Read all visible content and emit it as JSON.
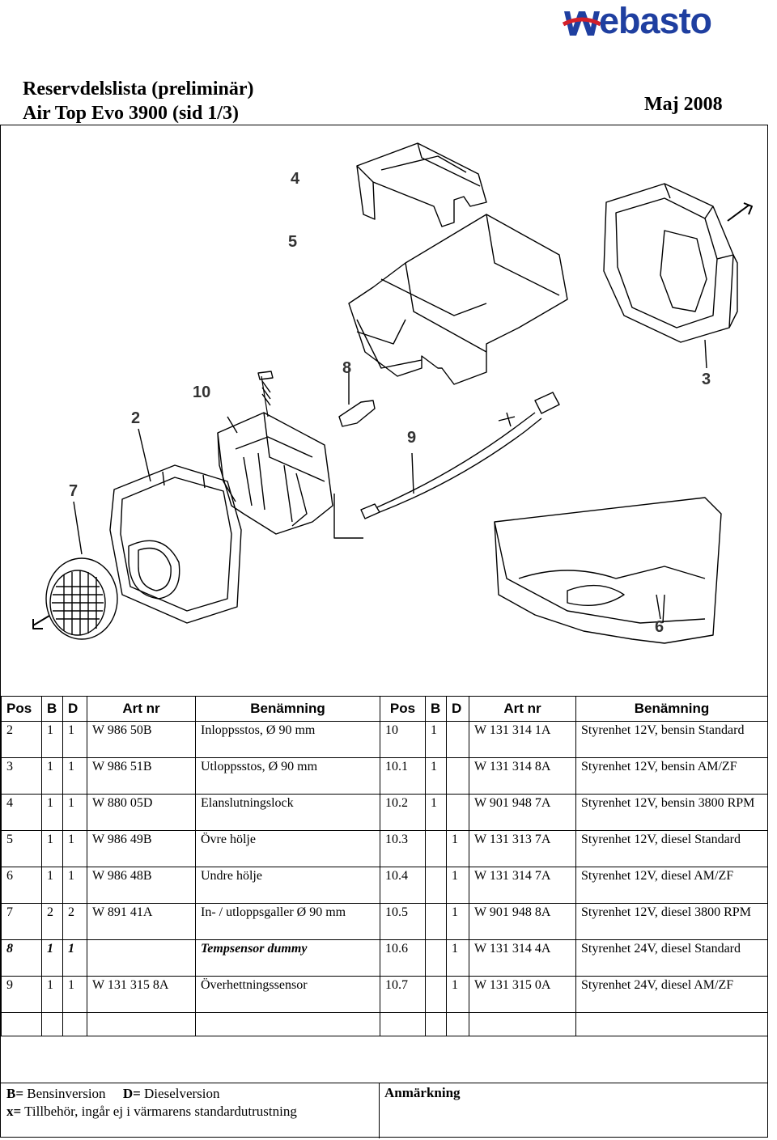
{
  "logo": {
    "text": "ebasto"
  },
  "header": {
    "title_line1": "Reservdelslista (preliminär)",
    "title_line2": "Air Top Evo 3900 (sid 1/3)",
    "date": "Maj 2008"
  },
  "diagram": {
    "callouts": [
      "4",
      "5",
      "3",
      "10",
      "8",
      "2",
      "9",
      "7",
      "6"
    ]
  },
  "table": {
    "headers": [
      "Pos",
      "B",
      "D",
      "Art nr",
      "Benämning",
      "Pos",
      "B",
      "D",
      "Art nr",
      "Benämning"
    ],
    "rows": [
      {
        "pos": "2",
        "b": "1",
        "d": "1",
        "art": "W 986 50B",
        "name": "Inloppsstos, Ø 90 mm",
        "pos2": "10",
        "b2": "1",
        "d2": "",
        "art2": "W 131 314 1A",
        "name2": "Styrenhet 12V, bensin Standard"
      },
      {
        "pos": "3",
        "b": "1",
        "d": "1",
        "art": "W 986 51B",
        "name": "Utloppsstos, Ø 90 mm",
        "pos2": "10.1",
        "b2": "1",
        "d2": "",
        "art2": "W 131 314 8A",
        "name2": "Styrenhet 12V, bensin AM/ZF"
      },
      {
        "pos": "4",
        "b": "1",
        "d": "1",
        "art": "W 880 05D",
        "name": "Elanslutningslock",
        "pos2": "10.2",
        "b2": "1",
        "d2": "",
        "art2": "W 901 948 7A",
        "name2": "Styrenhet 12V, bensin 3800 RPM"
      },
      {
        "pos": "5",
        "b": "1",
        "d": "1",
        "art": "W 986 49B",
        "name": "Övre hölje",
        "pos2": "10.3",
        "b2": "",
        "d2": "1",
        "art2": "W 131 313 7A",
        "name2": "Styrenhet 12V, diesel Standard"
      },
      {
        "pos": "6",
        "b": "1",
        "d": "1",
        "art": "W 986 48B",
        "name": "Undre hölje",
        "pos2": "10.4",
        "b2": "",
        "d2": "1",
        "art2": "W 131 314 7A",
        "name2": "Styrenhet 12V, diesel AM/ZF"
      },
      {
        "pos": "7",
        "b": "2",
        "d": "2",
        "art": "W 891 41A",
        "name": "In- / utloppsgaller Ø 90 mm",
        "pos2": "10.5",
        "b2": "",
        "d2": "1",
        "art2": "W 901 948 8A",
        "name2": "Styrenhet 12V, diesel 3800 RPM"
      },
      {
        "pos": "8",
        "b": "1",
        "d": "1",
        "art": "",
        "name": "Tempsensor dummy",
        "pos2": "10.6",
        "b2": "",
        "d2": "1",
        "art2": "W 131 314 4A",
        "name2": "Styrenhet 24V, diesel Standard"
      },
      {
        "pos": "9",
        "b": "1",
        "d": "1",
        "art": "W 131 315 8A",
        "name": "Överhettningssensor",
        "pos2": "10.7",
        "b2": "",
        "d2": "1",
        "art2": "W 131 315 0A",
        "name2": "Styrenhet 24V, diesel AM/ZF"
      }
    ]
  },
  "footer": {
    "b_key": "B=",
    "b_text": " Bensinversion",
    "d_key": "D=",
    "d_text": " Dieselversion",
    "x_key": "x=",
    "x_text": " Tillbehör, ingår ej i värmarens standardutrustning",
    "remark": "Anmärkning"
  },
  "colors": {
    "brand": "#1f3fa0",
    "brand_red": "#d4202a"
  }
}
